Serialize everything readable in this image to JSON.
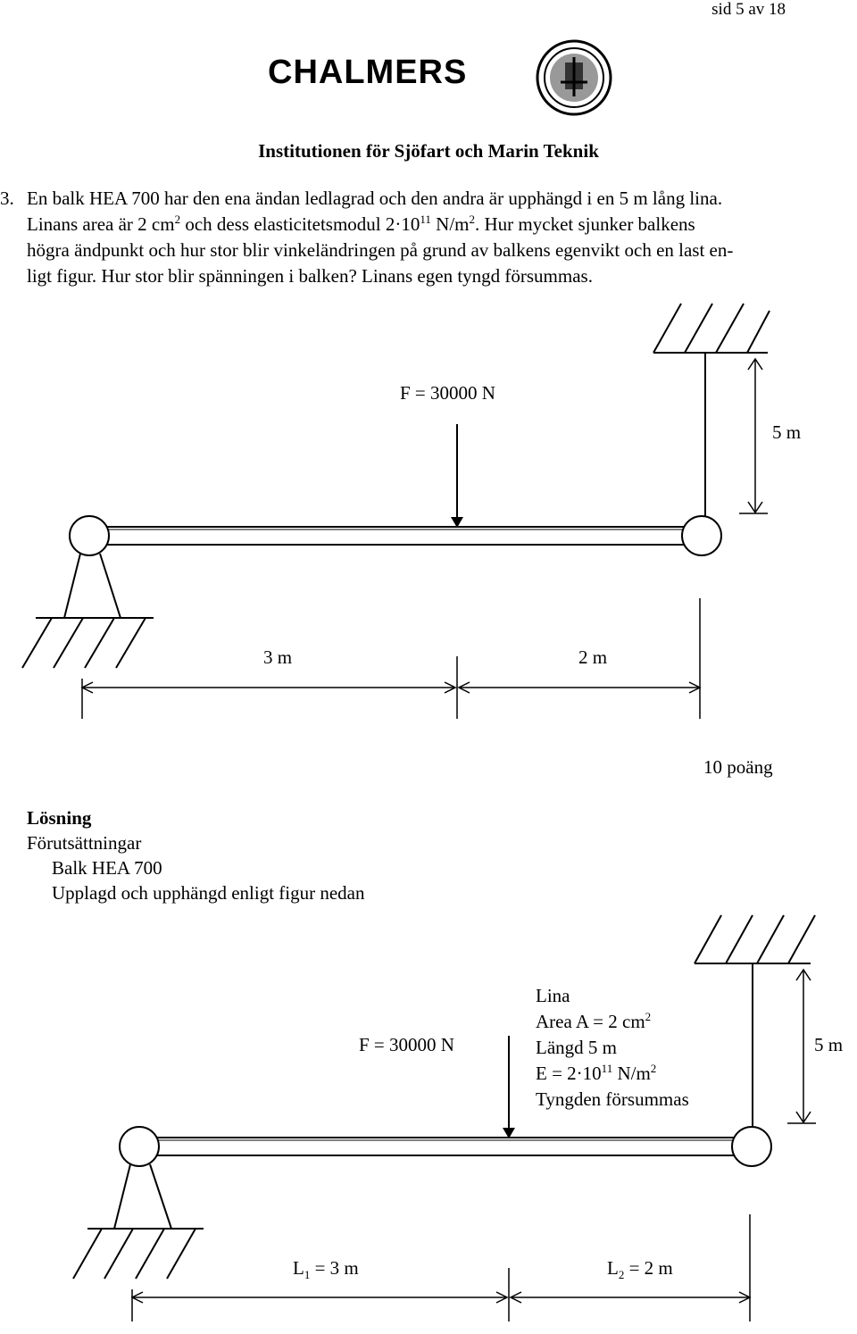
{
  "header": {
    "page_number": "sid 5 av 18",
    "logo_text": "CHALMERS",
    "institution": "Institutionen för Sjöfart och Marin Teknik"
  },
  "problem": {
    "number": "3.",
    "line1": "En balk HEA 700 har den ena ändan ledlagrad och den andra är upphängd i en 5 m lång lina.",
    "line2_a": "Linans area är 2 cm",
    "line2_sup1": "2",
    "line2_b": " och dess elasticitetsmodul  2·10",
    "line2_sup2": "11",
    "line2_c": "  N/m",
    "line2_sup3": "2",
    "line2_d": ". Hur mycket sjunker balkens",
    "line3": "högra ändpunkt och hur stor blir vinkeländringen på grund av balkens egenvikt och en last en-",
    "line4": "ligt figur. Hur stor blir spänningen i balken? Linans egen tyngd försummas."
  },
  "figure1": {
    "force": "F = 30000 N",
    "rope_length": "5 m",
    "dim_left": "3 m",
    "dim_right": "2 m"
  },
  "points": "10 poäng",
  "solution": {
    "heading": "Lösning",
    "subheading": "Förutsättningar",
    "item1": "Balk HEA 700",
    "item2": "Upplagd och upphängd enligt figur nedan"
  },
  "figure2": {
    "force": "F = 30000 N",
    "rope_title": "Lina",
    "area_a": "Area A = 2 cm",
    "area_sup": "2",
    "length": "Längd 5 m",
    "e_a": "E =  2·10",
    "e_sup": "11",
    "e_b": "  N/m",
    "e_sup2": "2",
    "weight": "Tyngden försummas",
    "rope_length": "5 m",
    "l1_a": "L",
    "l1_sub": "1",
    "l1_b": " = 3 m",
    "l2_a": "L",
    "l2_sub": "2",
    "l2_b": " = 2 m"
  }
}
